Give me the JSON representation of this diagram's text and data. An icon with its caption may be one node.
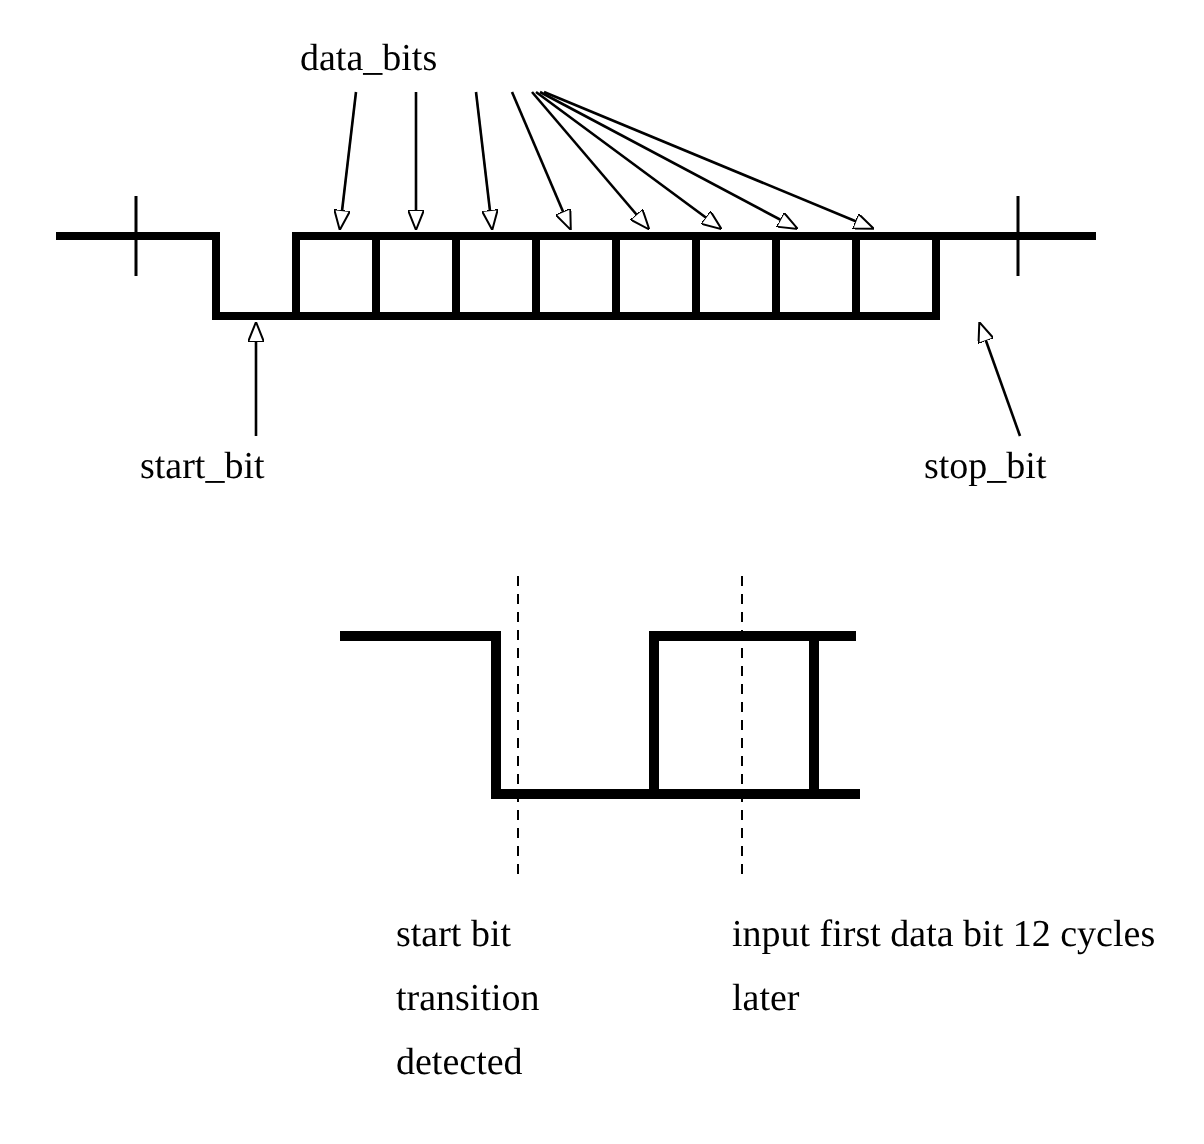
{
  "diagram": {
    "nodes": [
      {
        "text": [
          "data_bits"
        ]
      },
      {
        "text": [],
        "shape": "box"
      },
      {
        "text": [],
        "shape": "box"
      },
      {
        "text": [],
        "shape": "box"
      },
      {
        "text": [],
        "shape": "box"
      },
      {
        "text": [],
        "shape": "box"
      },
      {
        "text": [],
        "shape": "box"
      },
      {
        "text": [],
        "shape": "box"
      },
      {
        "text": [],
        "shape": "box"
      },
      {
        "text": [],
        "shape": "bar"
      },
      {
        "text": [],
        "shape": "bar"
      },
      {
        "text": [
          "start_bit"
        ]
      },
      {
        "text": [
          "stop_bit"
        ]
      }
    ],
    "edges": [
      {
        "from": 0,
        "to": 1,
        "arrow": "to"
      },
      {
        "from": 0,
        "to": 2,
        "arrow": "to"
      },
      {
        "from": 0,
        "to": 3,
        "arrow": "to"
      },
      {
        "from": 0,
        "to": 4,
        "arrow": "to"
      },
      {
        "from": 0,
        "to": 5,
        "arrow": "to"
      },
      {
        "from": 0,
        "to": 6,
        "arrow": "to"
      },
      {
        "from": 0,
        "to": 7,
        "arrow": "to"
      },
      {
        "from": 0,
        "to": 8,
        "arrow": "to"
      },
      {
        "from": 11,
        "to": 9,
        "arrow": "to"
      },
      {
        "from": 12,
        "to": 10,
        "arrow": "to"
      }
    ],
    "labels": [
      "start bit transition detected",
      "input first data bit 12 cycles later"
    ]
  }
}
